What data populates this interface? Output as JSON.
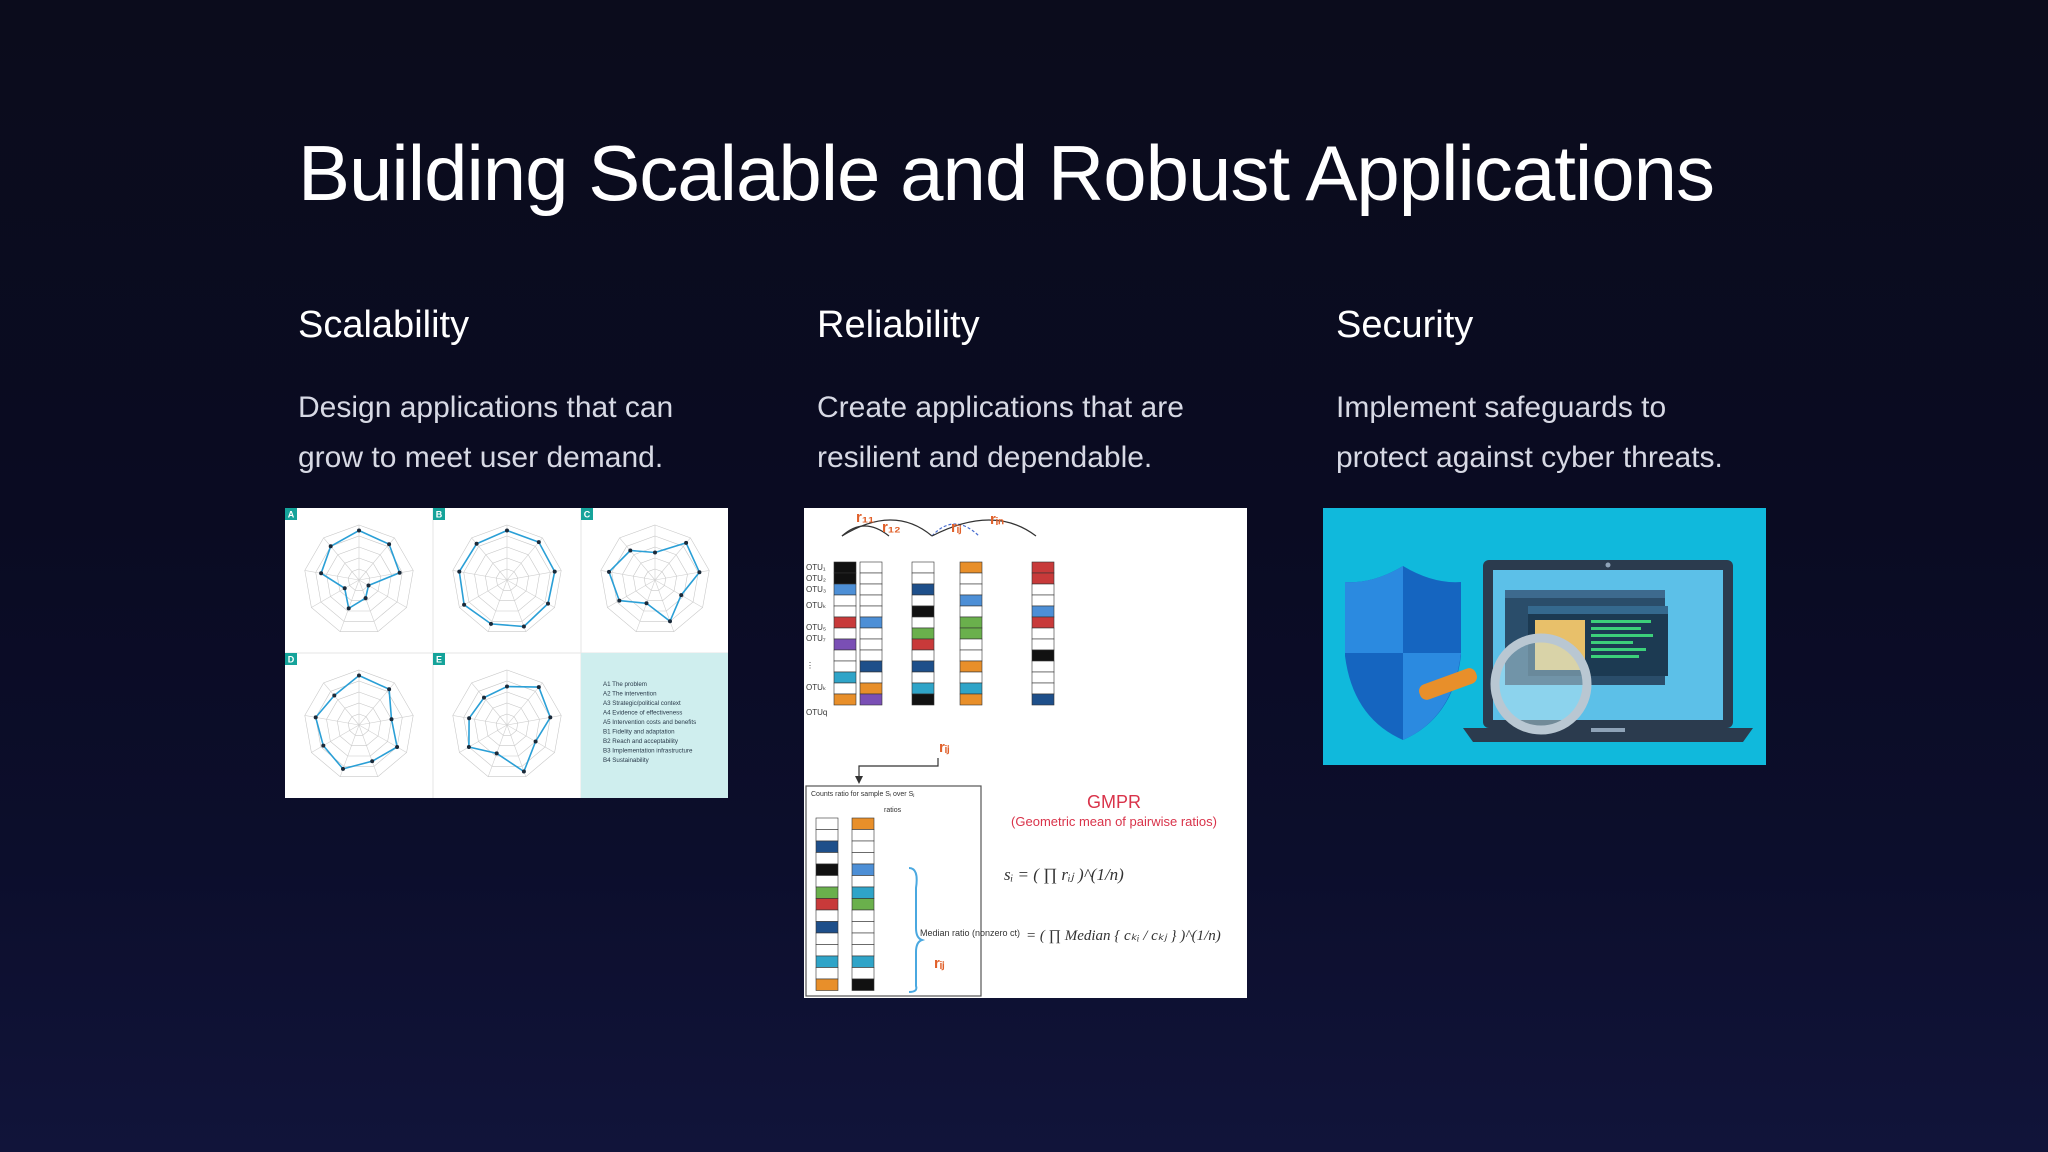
{
  "slide": {
    "title": "Building Scalable and Robust Applications",
    "columns": [
      {
        "heading": "Scalability",
        "text": "Design applications that can grow to meet user demand.",
        "image": {
          "panel_labels": [
            "A",
            "B",
            "C",
            "D",
            "E"
          ],
          "legend": [
            "A1 The problem",
            "A2 The intervention",
            "A3 Strategic/political context",
            "A4 Evidence of effectiveness",
            "A5 Intervention costs and benefits",
            "B1 Fidelity and adaptation",
            "B2 Reach and acceptability",
            "B3 Implementation infrastructure",
            "B4 Sustainability"
          ]
        }
      },
      {
        "heading": "Reliability",
        "text": "Create applications that are resilient and dependable.",
        "image": {
          "gmpr_title": "GMPR",
          "gmpr_subtitle": "(Geometric mean of pairwise ratios)",
          "counts_label": "Counts ratio for sample Sᵢ over Sⱼ",
          "ratios_label": "ratios",
          "median_label": "Median ratio (nonzero ct)",
          "rij": "rᵢⱼ",
          "r_labels": [
            "r₁₁",
            "r₁₂",
            "rᵢⱼ",
            "rᵢₙ"
          ],
          "otu_labels": [
            "OTU₁",
            "OTU₂",
            "OTU₃",
            "OTUₖ",
            "OTU₅",
            "OTU₇",
            "⋮",
            "OTUₖ",
            "OTUq"
          ],
          "formula_line1": "sᵢ = ( ∏ rᵢⱼ )^(1/n)",
          "formula_line2": "= ( ∏ Median { cₖᵢ / cₖⱼ } )^(1/n)"
        }
      },
      {
        "heading": "Security",
        "text": "Implement safeguards to protect against cyber threats.",
        "image": {
          "colors": {
            "background": "#10b9dc",
            "shield_dark": "#1565c0",
            "shield_light": "#42a5f5",
            "laptop": "#2b3b4e",
            "screen": "#44a6dc"
          }
        }
      }
    ]
  }
}
